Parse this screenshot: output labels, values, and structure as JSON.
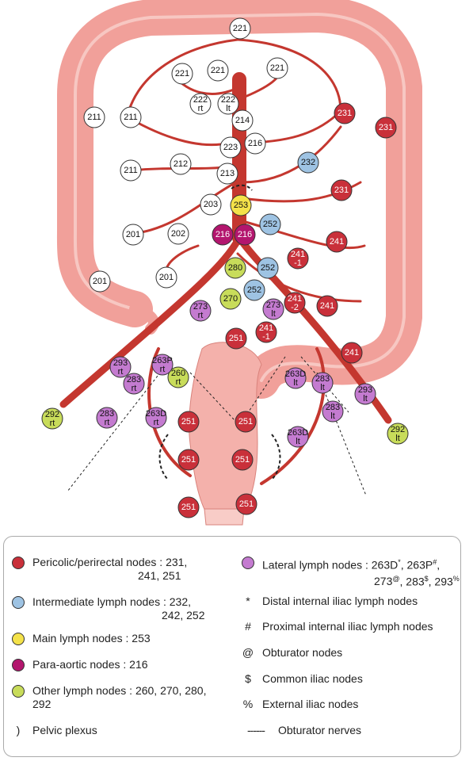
{
  "colors": {
    "pericolic": "#c9303a",
    "intermediate": "#9ec3e3",
    "main": "#f4e24a",
    "paraaortic": "#b3166e",
    "other": "#c8dc5a",
    "lateral": "#c47bd0",
    "unclassified": "#ffffff",
    "vessel": "#c4372f",
    "colon": "#f4a6a0"
  },
  "nodes": [
    {
      "label": "221",
      "group": "unclassified"
    },
    {
      "label": "221",
      "group": "unclassified"
    },
    {
      "label": "221",
      "group": "unclassified"
    },
    {
      "label": "221",
      "group": "unclassified"
    },
    {
      "label": "222 rt",
      "group": "unclassified"
    },
    {
      "label": "222 lt",
      "group": "unclassified"
    },
    {
      "label": "211",
      "group": "unclassified"
    },
    {
      "label": "211",
      "group": "unclassified"
    },
    {
      "label": "214",
      "group": "unclassified"
    },
    {
      "label": "216",
      "group": "unclassified"
    },
    {
      "label": "223",
      "group": "unclassified"
    },
    {
      "label": "212",
      "group": "unclassified"
    },
    {
      "label": "211",
      "group": "unclassified"
    },
    {
      "label": "213",
      "group": "unclassified"
    },
    {
      "label": "203",
      "group": "unclassified"
    },
    {
      "label": "201",
      "group": "unclassified"
    },
    {
      "label": "202",
      "group": "unclassified"
    },
    {
      "label": "201",
      "group": "unclassified"
    },
    {
      "label": "201",
      "group": "unclassified"
    },
    {
      "label": "231",
      "group": "pericolic"
    },
    {
      "label": "231",
      "group": "pericolic"
    },
    {
      "label": "231",
      "group": "pericolic"
    },
    {
      "label": "241",
      "group": "pericolic"
    },
    {
      "label": "241 -1",
      "group": "pericolic"
    },
    {
      "label": "241 -2",
      "group": "pericolic"
    },
    {
      "label": "241",
      "group": "pericolic"
    },
    {
      "label": "241 -1",
      "group": "pericolic"
    },
    {
      "label": "241",
      "group": "pericolic"
    },
    {
      "label": "251",
      "group": "pericolic"
    },
    {
      "label": "251",
      "group": "pericolic"
    },
    {
      "label": "251",
      "group": "pericolic"
    },
    {
      "label": "251",
      "group": "pericolic"
    },
    {
      "label": "251",
      "group": "pericolic"
    },
    {
      "label": "251",
      "group": "pericolic"
    },
    {
      "label": "251",
      "group": "pericolic"
    },
    {
      "label": "232",
      "group": "intermediate"
    },
    {
      "label": "252",
      "group": "intermediate"
    },
    {
      "label": "252",
      "group": "intermediate"
    },
    {
      "label": "252",
      "group": "intermediate"
    },
    {
      "label": "253",
      "group": "main"
    },
    {
      "label": "216",
      "group": "paraaortic"
    },
    {
      "label": "216",
      "group": "paraaortic"
    },
    {
      "label": "280",
      "group": "other"
    },
    {
      "label": "270",
      "group": "other"
    },
    {
      "label": "260 rt",
      "group": "other"
    },
    {
      "label": "292 rt",
      "group": "other"
    },
    {
      "label": "292 lt",
      "group": "other"
    },
    {
      "label": "273 rt",
      "group": "lateral"
    },
    {
      "label": "273 lt",
      "group": "lateral"
    },
    {
      "label": "293 rt",
      "group": "lateral"
    },
    {
      "label": "263P rt",
      "group": "lateral"
    },
    {
      "label": "283 rt",
      "group": "lateral"
    },
    {
      "label": "283 rt",
      "group": "lateral"
    },
    {
      "label": "263D rt",
      "group": "lateral"
    },
    {
      "label": "263D lt",
      "group": "lateral"
    },
    {
      "label": "283 lt",
      "group": "lateral"
    },
    {
      "label": "293 lt",
      "group": "lateral"
    },
    {
      "label": "283 lt",
      "group": "lateral"
    },
    {
      "label": "263D lt",
      "group": "lateral"
    }
  ],
  "legend": {
    "pericolic": {
      "label": "Pericolic/perirectal nodes : 231,",
      "line2": "241, 251"
    },
    "intermediate": {
      "label": "Intermediate lymph nodes : 232,",
      "line2": "242, 252"
    },
    "main": {
      "label": "Main lymph nodes : 253"
    },
    "paraaortic": {
      "label": "Para-aortic nodes : 216"
    },
    "other": {
      "label": "Other lymph nodes : 260, 270, 280,",
      "line2": "292"
    },
    "pelvic": {
      "symbol": ")",
      "label": "Pelvic plexus"
    },
    "lateral": {
      "label": "Lateral lymph nodes : 263D",
      "sup1": "*",
      "mid1": ", 263P",
      "sup2": "#",
      "mid2": ",",
      "line2a": "273",
      "sup3": "@",
      "line2b": ", 283",
      "sup4": "$",
      "line2c": ", 293",
      "sup5": "%"
    },
    "distal": {
      "symbol": "*",
      "label": "Distal internal iliac lymph nodes"
    },
    "proximal": {
      "symbol": "#",
      "label": "Proximal internal iliac lymph nodes"
    },
    "obturator": {
      "symbol": "@",
      "label": "Obturator nodes"
    },
    "common": {
      "symbol": "$",
      "label": "Common iliac nodes"
    },
    "external": {
      "symbol": "%",
      "label": "External iliac nodes"
    },
    "nerves": {
      "symbol": "------",
      "label": "Obturator nerves"
    }
  }
}
